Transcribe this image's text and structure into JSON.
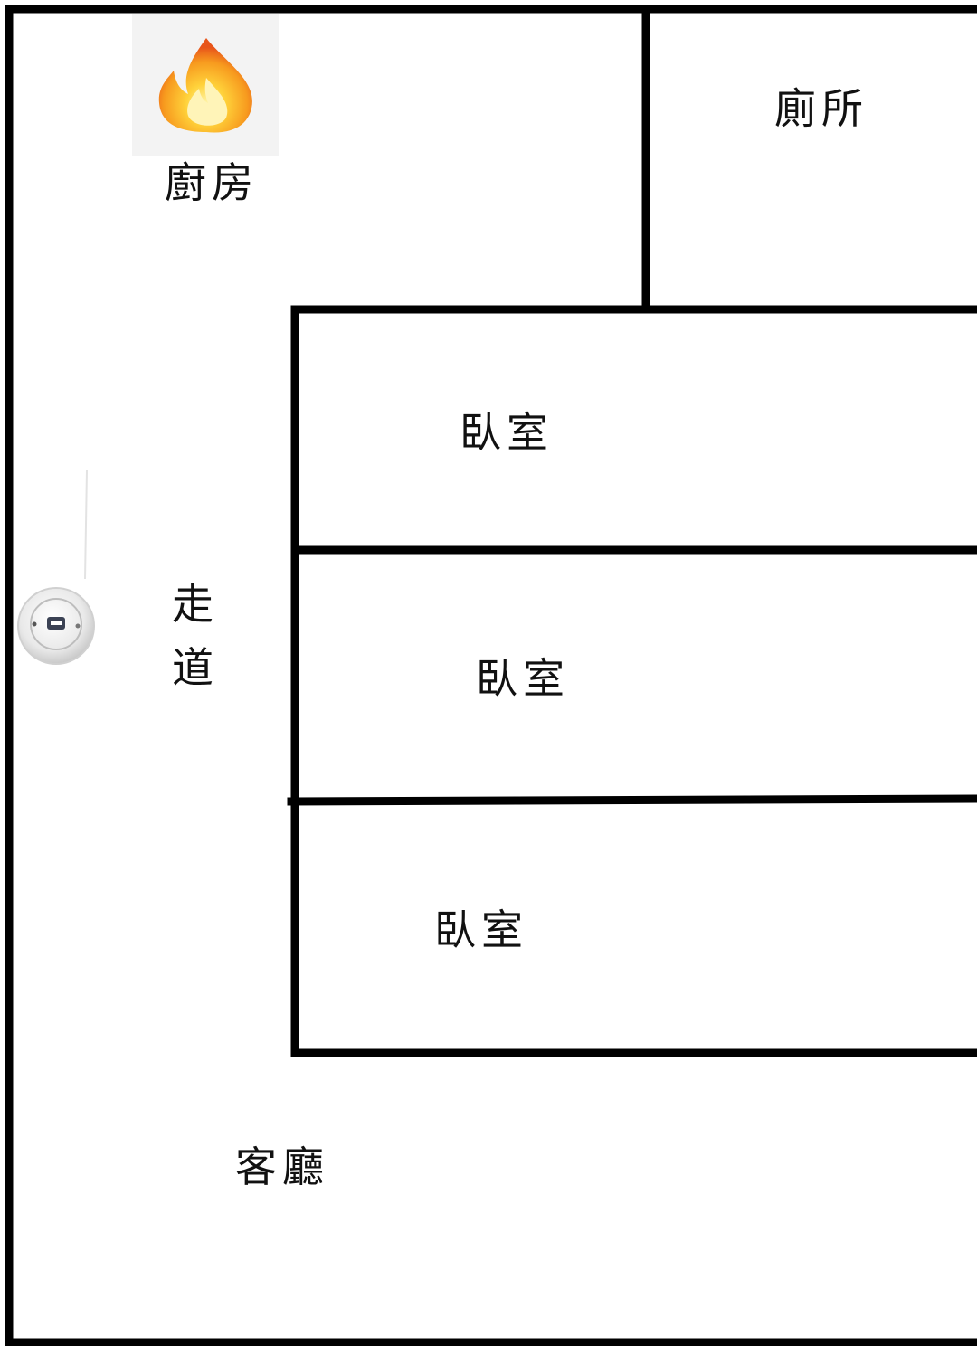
{
  "rooms": {
    "kitchen": "廚房",
    "toilet": "廁所",
    "bedroom_1": "臥室",
    "bedroom_2": "臥室",
    "bedroom_3": "臥室",
    "corridor_char_1": "走",
    "corridor_char_2": "道",
    "living_room": "客廳"
  },
  "icons": {
    "fire": "fire-icon",
    "smoke_detector": "smoke-detector-icon"
  },
  "colors": {
    "wall": "#000000",
    "background": "#ffffff",
    "flame_outer": "#f47a1f",
    "flame_inner": "#ffd23a"
  }
}
